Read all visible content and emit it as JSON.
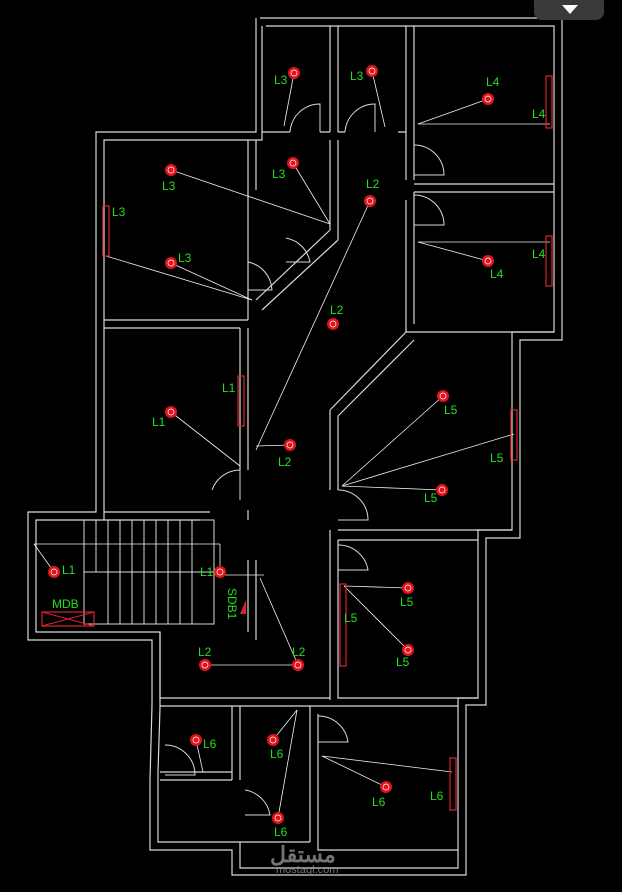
{
  "view_toggle": {
    "icon": "chevron-down-icon"
  },
  "colors": {
    "wall": "#d9d9d9",
    "label": "#22e01f",
    "fixture": "#e0141c",
    "wire": "#f2f2f2"
  },
  "panels": {
    "main": "MDB",
    "sub": "SDB1"
  },
  "watermark": {
    "primary": "مستقل",
    "secondary": "mostaql.com"
  },
  "labels": [
    {
      "id": "l3-a",
      "text": "L3"
    },
    {
      "id": "l3-b",
      "text": "L3"
    },
    {
      "id": "l4-a",
      "text": "L4"
    },
    {
      "id": "l4-b",
      "text": "L4"
    },
    {
      "id": "l3-c",
      "text": "L3"
    },
    {
      "id": "l3-d",
      "text": "L3"
    },
    {
      "id": "l2-a",
      "text": "L2"
    },
    {
      "id": "l3-e",
      "text": "L3"
    },
    {
      "id": "l4-c",
      "text": "L4"
    },
    {
      "id": "l4-d",
      "text": "L4"
    },
    {
      "id": "l3-f",
      "text": "L3"
    },
    {
      "id": "l2-b",
      "text": "L2"
    },
    {
      "id": "l1-a",
      "text": "L1"
    },
    {
      "id": "l1-b",
      "text": "L1"
    },
    {
      "id": "l5-a",
      "text": "L5"
    },
    {
      "id": "l5-b",
      "text": "L5"
    },
    {
      "id": "l2-c",
      "text": "L2"
    },
    {
      "id": "l5-c",
      "text": "L5"
    },
    {
      "id": "l1-c",
      "text": "L1"
    },
    {
      "id": "l1-d",
      "text": "L1"
    },
    {
      "id": "l5-d",
      "text": "L5"
    },
    {
      "id": "l5-e",
      "text": "L5"
    },
    {
      "id": "l5-f",
      "text": "L5"
    },
    {
      "id": "l2-d",
      "text": "L2"
    },
    {
      "id": "l2-e",
      "text": "L2"
    },
    {
      "id": "l6-a",
      "text": "L6"
    },
    {
      "id": "l6-b",
      "text": "L6"
    },
    {
      "id": "l6-c",
      "text": "L6"
    },
    {
      "id": "l6-d",
      "text": "L6"
    },
    {
      "id": "l6-e",
      "text": "L6"
    }
  ]
}
